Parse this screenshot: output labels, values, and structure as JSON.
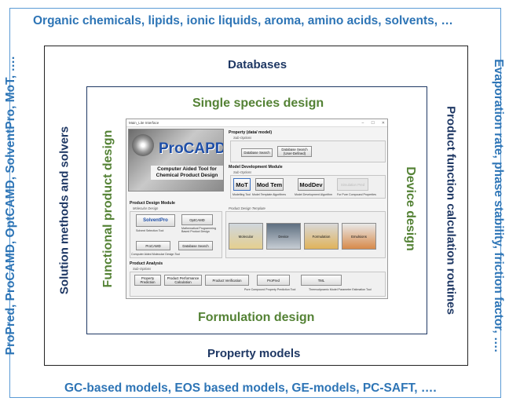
{
  "outer": {
    "top": "Organic chemicals, lipids, ionic liquids, aroma, amino acids, solvents, …",
    "bottom": "GC-based models, EOS based models, GE-models, PC-SAFT, ….",
    "left": "ProPred, ProCAMD, OptCAMD, SolventPro, MoT, ….",
    "right": "Evaporation rate, phase stability, friction factor, …."
  },
  "middle": {
    "top": "Databases",
    "bottom": "Property models",
    "left": "Solution methods and solvers",
    "right": "Product function calculation routines"
  },
  "inner": {
    "top": "Single species design",
    "bottom": "Formulation design",
    "left": "Functional product design",
    "right": "Device design"
  },
  "colors": {
    "outer": "#2e75b6",
    "middle": "#1f3864",
    "inner": "#548235"
  },
  "app": {
    "title": "Main_Lite Interface",
    "window_controls": [
      "–",
      "☐",
      "✕"
    ],
    "logo_brand": "ProCAPD",
    "logo_subtitle": "Computer Aided Tool for Chemical Product Design",
    "property": {
      "title": "Property (data/ model)",
      "sub": "Sub-Options",
      "btn_db": "Database Search",
      "btn_db_user": "Database Search (User-Defined)"
    },
    "model_dev": {
      "title": "Model Development Module",
      "sub": "Sub-Options",
      "btn_mot": "MoT",
      "btn_modtem": "Mod Tem",
      "btn_moddev": "ModDev",
      "btn_disabled": "Simulation Pred",
      "cap_mot": "Modelling Tool",
      "cap_modtem": "Model Template Algorithms",
      "cap_moddev": "Model Development Algorithm",
      "cap_pure": "For Pure Compound Properties"
    },
    "product_design": {
      "title": "Product Design Module",
      "sub": "Molecular Design",
      "btn_solventpro": "SolventPro",
      "cap_solventpro": "Solvent Selection Tool",
      "btn_optcamd": "OptCAMD",
      "cap_optcamd": "Mathematical Programming Based Product Design",
      "btn_procamd": "ProCAMD",
      "btn_db": "Database Search",
      "cap_procamd": "Computer Aided Molecular Design Tool",
      "template_title": "Product Design Template",
      "templates": [
        "Molecular",
        "Device",
        "Formulation",
        "Emulsions"
      ]
    },
    "product_analysis": {
      "title": "Product Analysis",
      "sub": "Sub-Options",
      "btn_property": "Property Prediction",
      "btn_performance": "Product Performance Calculation",
      "btn_verification": "Product Verification",
      "btn_propred": "ProPred",
      "btn_tml": "TML",
      "cap_propred": "Pure Compound Property Prediction Tool",
      "cap_tml": "Thermodynamic Model Parameter Estimation Tool"
    }
  }
}
